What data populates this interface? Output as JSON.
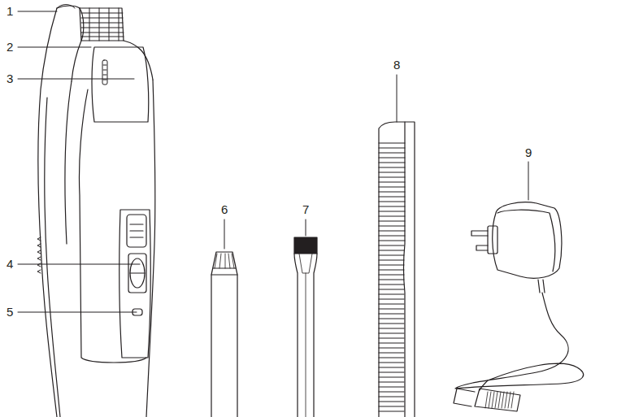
{
  "diagram": {
    "labels": [
      "1",
      "2",
      "3",
      "4",
      "5",
      "6",
      "7",
      "8",
      "9"
    ]
  }
}
